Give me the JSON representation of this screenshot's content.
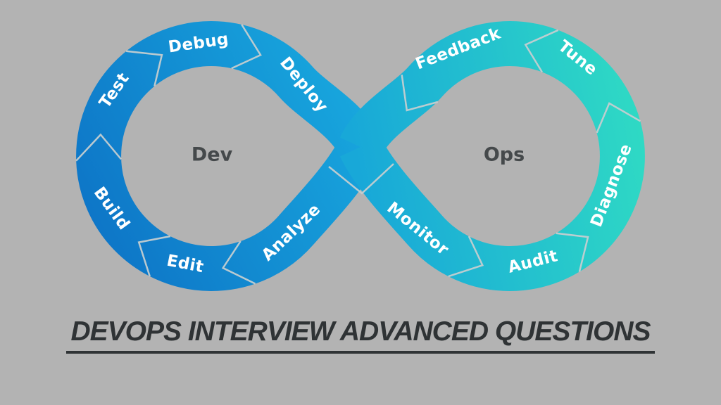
{
  "title": "DEVOPS INTERVIEW ADVANCED QUESTIONS",
  "background_color": "#b3b3b3",
  "title_color": "#2f3335",
  "segment_text_color": "#ffffff",
  "center_text_color": "#45494b",
  "chevron_color": "#c4cdd0",
  "loops": {
    "dev": {
      "center_label": "Dev",
      "colors": {
        "start": "#0d73c6",
        "end": "#18a8de"
      },
      "segments": {
        "test": "Test",
        "debug": "Debug",
        "deploy": "Deploy",
        "build": "Build",
        "edit": "Edit",
        "analyze": "Analyze"
      }
    },
    "ops": {
      "center_label": "Ops",
      "colors": {
        "start": "#18a8d8",
        "end": "#2fdac4"
      },
      "segments": {
        "feedback": "Feedback",
        "tune": "Tune",
        "diagnose": "Diagnose",
        "audit": "Audit",
        "monitor": "Monitor"
      }
    }
  }
}
